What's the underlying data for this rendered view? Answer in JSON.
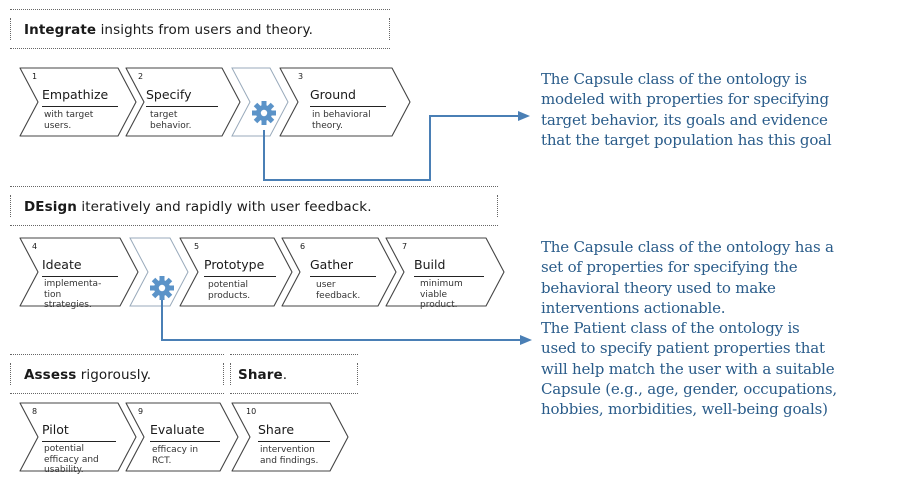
{
  "phases": [
    {
      "bold": "Integrate",
      "rest": " insights from users and theory."
    },
    {
      "bold": "DEsign",
      "rest": " iteratively and rapidly with user feedback."
    },
    {
      "bold": "Assess",
      "rest": " rigorously."
    },
    {
      "bold": "Share",
      "rest": "."
    }
  ],
  "steps": [
    {
      "num": "1",
      "name": "Empathize",
      "desc": [
        "with target",
        "users."
      ]
    },
    {
      "num": "2",
      "name": "Specify",
      "desc": [
        "target",
        "behavior."
      ]
    },
    {
      "num": "3",
      "name": "Ground",
      "desc": [
        "in behavioral",
        "theory."
      ]
    },
    {
      "num": "4",
      "name": "Ideate",
      "desc": [
        "implementa-",
        "tion",
        "strategies."
      ]
    },
    {
      "num": "5",
      "name": "Prototype",
      "desc": [
        "potential",
        "products."
      ]
    },
    {
      "num": "6",
      "name": "Gather",
      "desc": [
        "user",
        "feedback."
      ]
    },
    {
      "num": "7",
      "name": "Build",
      "desc": [
        "minimum",
        "viable",
        "product."
      ]
    },
    {
      "num": "8",
      "name": "Pilot",
      "desc": [
        "potential",
        "efficacy and",
        "usability."
      ]
    },
    {
      "num": "9",
      "name": "Evaluate",
      "desc": [
        "efficacy in",
        "RCT."
      ]
    },
    {
      "num": "10",
      "name": "Share",
      "desc": [
        "intervention",
        "and findings."
      ]
    }
  ],
  "annotations": [
    {
      "lines": [
        "The Capsule class of the ontology is",
        "modeled with properties for specifying",
        "target behavior, its goals and evidence",
        "that the target population has this goal"
      ]
    },
    {
      "lines": [
        "The Capsule class of the ontology has a",
        "set of properties for specifying the",
        "behavioral theory used to make",
        "interventions actionable.",
        "The Patient class of the ontology is",
        "used to specify patient properties that",
        "will help match the user with a suitable",
        "Capsule (e.g., age, gender, occupations,",
        "hobbies, morbidities, well-being goals)"
      ]
    }
  ],
  "colors": {
    "gear": "#5b93c8",
    "arrow": "#4a7fb5",
    "annotation_text": "#2a5c8a"
  }
}
